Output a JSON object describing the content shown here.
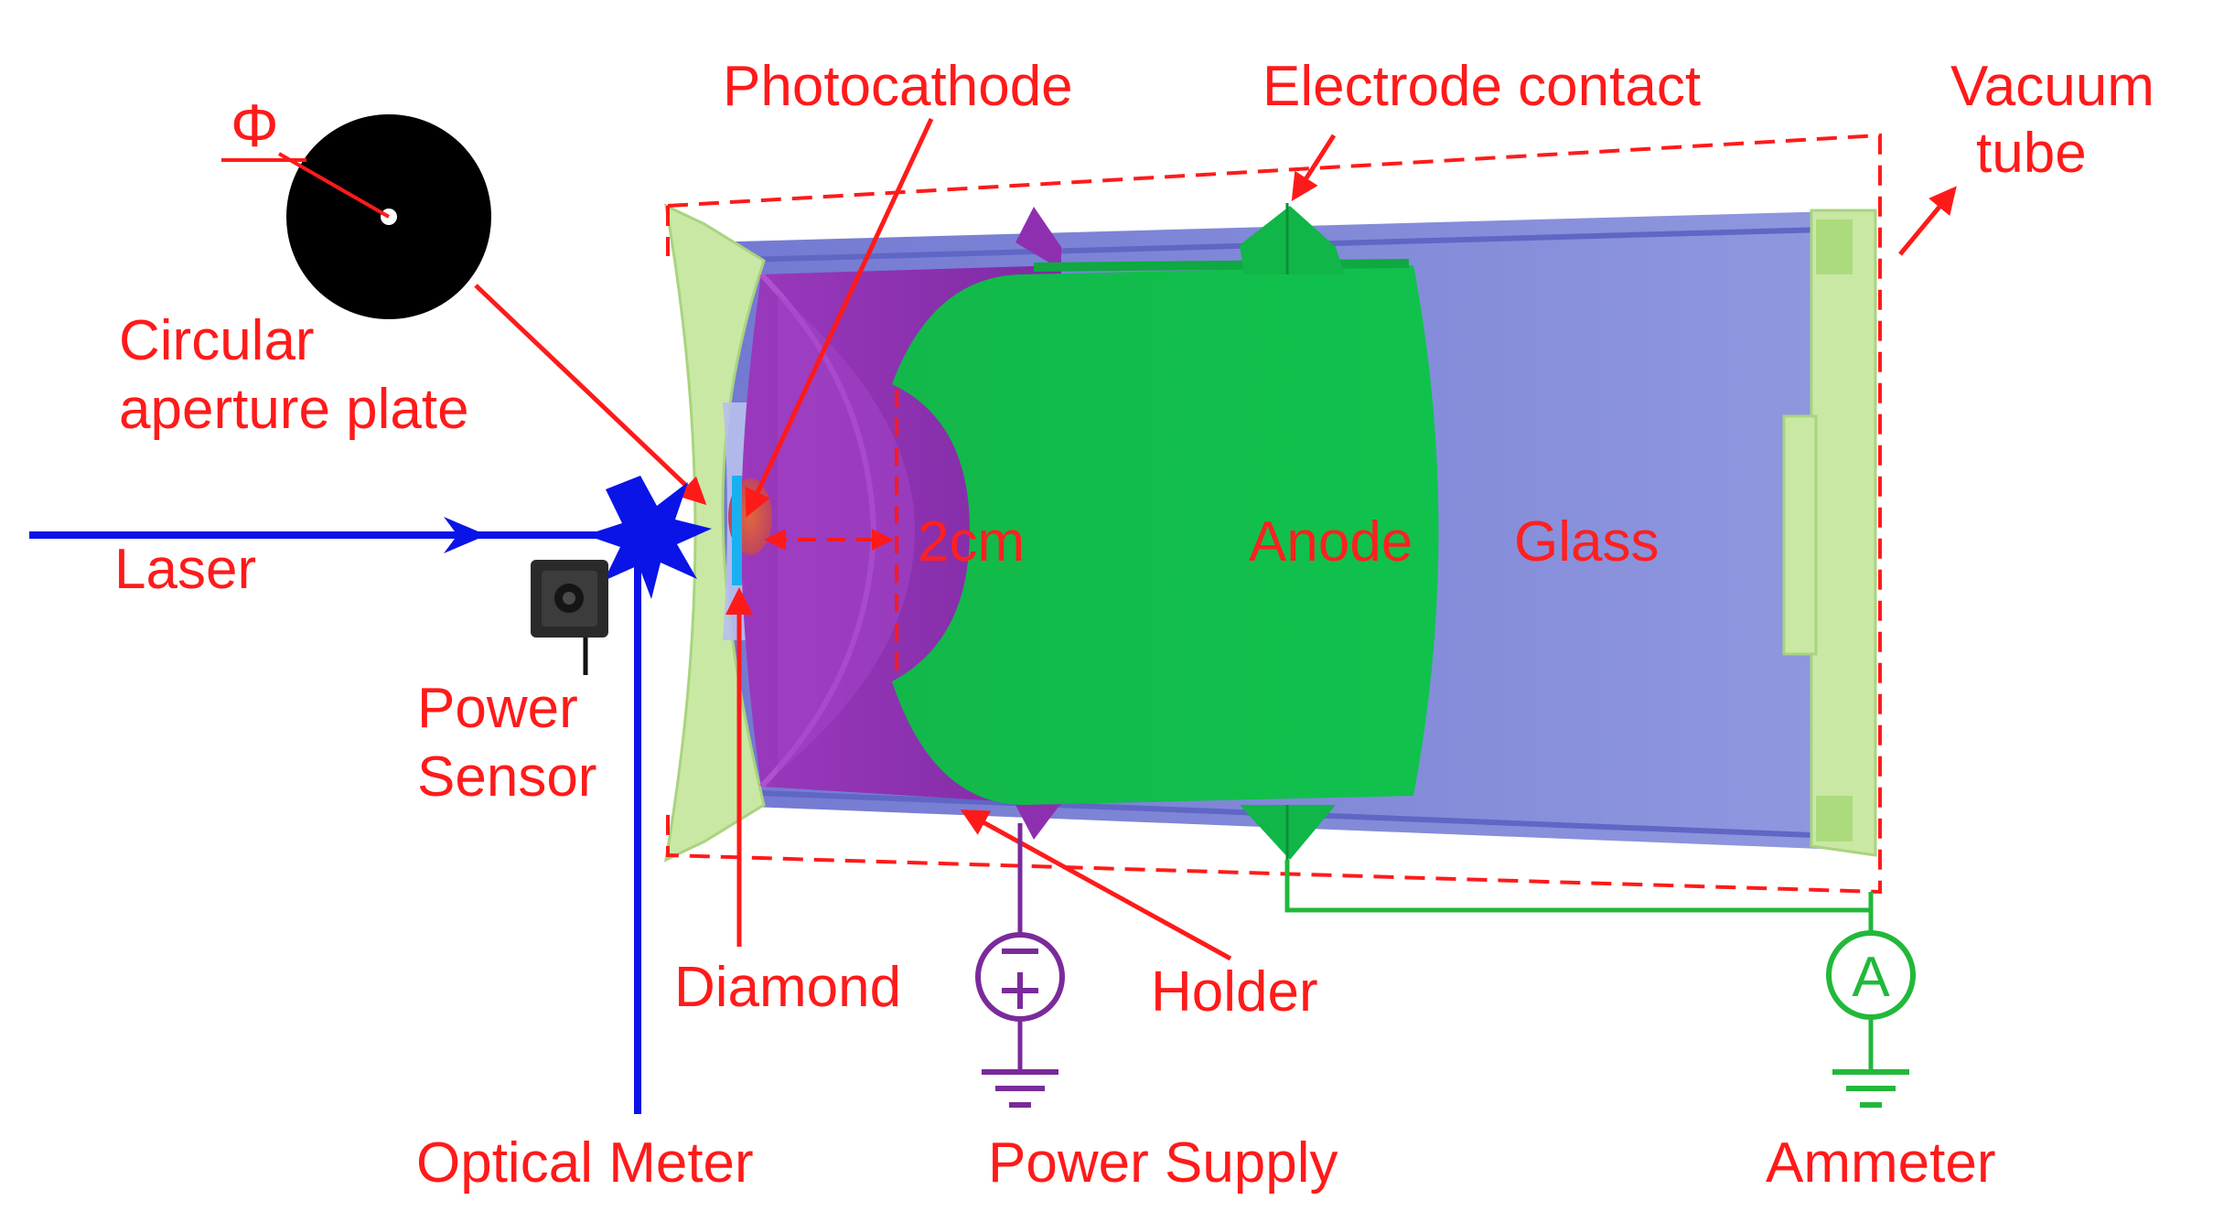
{
  "labels": {
    "phi": "Φ",
    "circular_aperture_plate_line1": "Circular",
    "circular_aperture_plate_line2": "aperture  plate",
    "photocathode": "Photocathode",
    "electrode_contact": "Electrode contact",
    "vacuum_tube_line1": "Vacuum",
    "vacuum_tube_line2": "tube",
    "laser": "Laser",
    "power_sensor_line1": "Power",
    "power_sensor_line2": "Sensor",
    "distance": "2cm",
    "anode": "Anode",
    "glass": "Glass",
    "diamond": "Diamond",
    "holder": "Holder",
    "optical_meter": "Optical Meter",
    "power_supply": "Power Supply",
    "ammeter": "Ammeter",
    "ammeter_symbol": "A",
    "supply_minus": "−",
    "supply_plus": "+"
  },
  "colors": {
    "annotation_red": "#ff1a1a",
    "laser_blue": "#0a14e6",
    "anode_green": "#0fbf48",
    "holder_purple": "#8e2fb0",
    "glass_blue": "#7d86d8",
    "endcap_green": "#c9e8a4",
    "supply_purple": "#7a2a9a",
    "ammeter_green": "#22b83a",
    "diamond_cyan": "#1ab0f0"
  },
  "icons": [
    "aperture-plate-icon",
    "laser-flash-icon",
    "power-sensor-icon",
    "ground-icon",
    "dc-source-icon",
    "ammeter-icon"
  ]
}
